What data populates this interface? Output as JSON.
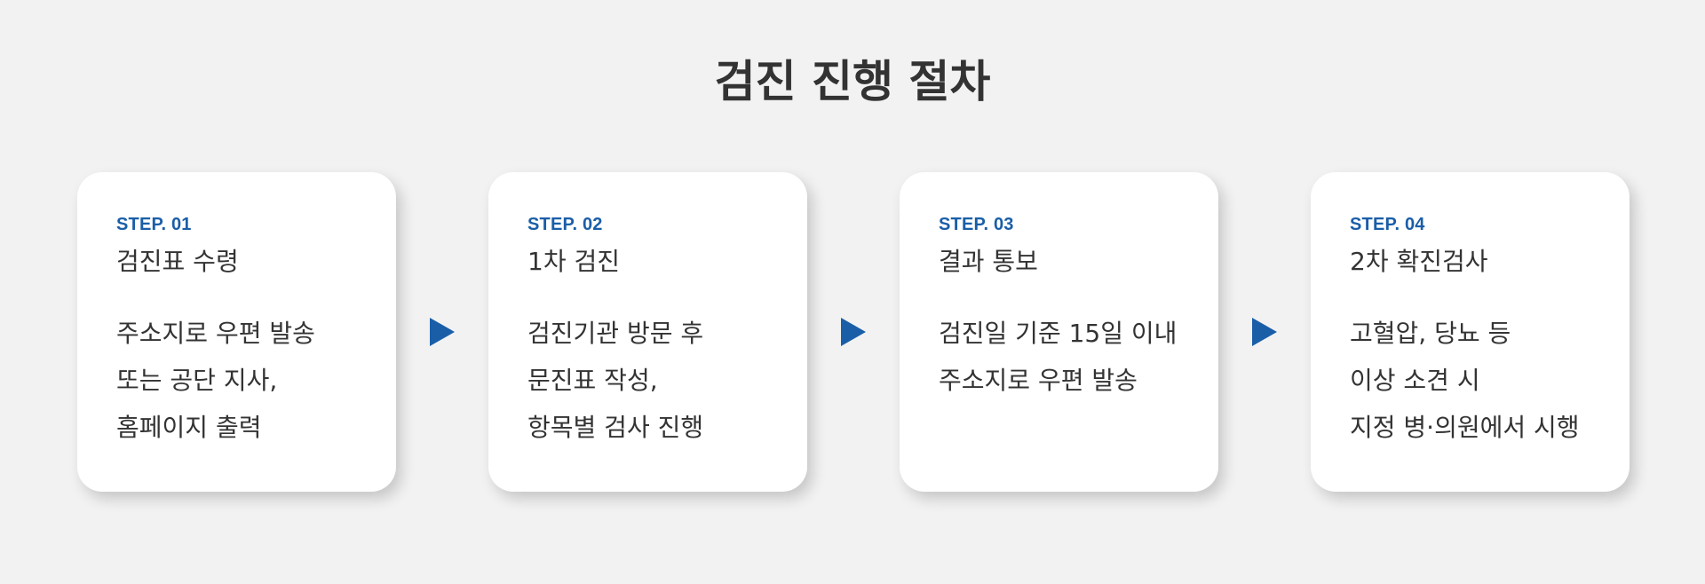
{
  "title": "검진 진행 절차",
  "steps": [
    {
      "label": "STEP. 01",
      "title": "검진표 수령",
      "lines": [
        "주소지로 우편 발송",
        "또는 공단 지사,",
        "홈페이지 출력"
      ]
    },
    {
      "label": "STEP. 02",
      "title": "1차 검진",
      "lines": [
        "검진기관 방문 후",
        "문진표 작성,",
        "항목별 검사 진행"
      ]
    },
    {
      "label": "STEP. 03",
      "title": "결과 통보",
      "lines": [
        "검진일 기준 15일 이내",
        "주소지로 우편 발송"
      ]
    },
    {
      "label": "STEP. 04",
      "title": "2차 확진검사",
      "lines": [
        "고혈압, 당뇨 등",
        "이상 소견 시",
        "지정 병·의원에서 시행"
      ]
    }
  ],
  "arrow_icon": "play-triangle-right",
  "colors": {
    "background": "#f2f2f2",
    "card": "#ffffff",
    "accent": "#1a5ea8",
    "text": "#333333"
  }
}
